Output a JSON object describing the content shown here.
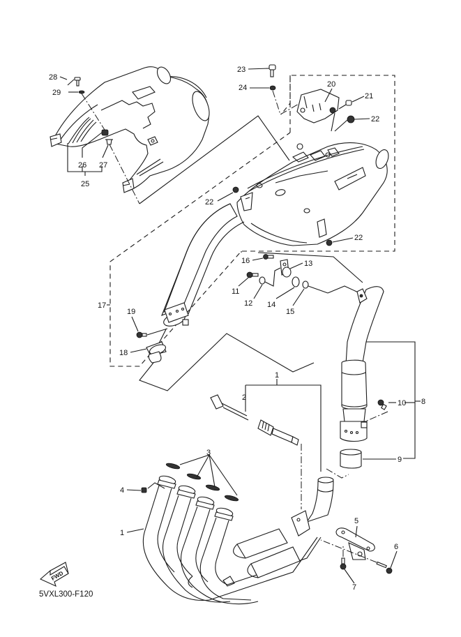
{
  "diagram": {
    "title_code": "5VXL300-F120",
    "direction_badge": "FWD",
    "callouts": [
      {
        "id": "c1a",
        "label": "1"
      },
      {
        "id": "c1b",
        "label": "1"
      },
      {
        "id": "c2",
        "label": "2"
      },
      {
        "id": "c3",
        "label": "3"
      },
      {
        "id": "c4",
        "label": "4"
      },
      {
        "id": "c5",
        "label": "5"
      },
      {
        "id": "c6",
        "label": "6"
      },
      {
        "id": "c7",
        "label": "7"
      },
      {
        "id": "c8",
        "label": "8"
      },
      {
        "id": "c9",
        "label": "9"
      },
      {
        "id": "c10",
        "label": "10"
      },
      {
        "id": "c11",
        "label": "11"
      },
      {
        "id": "c12",
        "label": "12"
      },
      {
        "id": "c13",
        "label": "13"
      },
      {
        "id": "c14",
        "label": "14"
      },
      {
        "id": "c15",
        "label": "15"
      },
      {
        "id": "c16",
        "label": "16"
      },
      {
        "id": "c17",
        "label": "17"
      },
      {
        "id": "c18",
        "label": "18"
      },
      {
        "id": "c19",
        "label": "19"
      },
      {
        "id": "c20",
        "label": "20"
      },
      {
        "id": "c21",
        "label": "21"
      },
      {
        "id": "c22a",
        "label": "22"
      },
      {
        "id": "c22b",
        "label": "22"
      },
      {
        "id": "c22c",
        "label": "22"
      },
      {
        "id": "c23",
        "label": "23"
      },
      {
        "id": "c24",
        "label": "24"
      },
      {
        "id": "c25",
        "label": "25"
      },
      {
        "id": "c26",
        "label": "26"
      },
      {
        "id": "c27",
        "label": "27"
      },
      {
        "id": "c28",
        "label": "28"
      },
      {
        "id": "c29",
        "label": "29"
      }
    ],
    "parts": [
      {
        "number": "1",
        "name": "exhaust-header-assembly"
      },
      {
        "number": "2",
        "name": "oxygen-sensor"
      },
      {
        "number": "3",
        "name": "exhaust-gasket"
      },
      {
        "number": "4",
        "name": "nut"
      },
      {
        "number": "5",
        "name": "bracket"
      },
      {
        "number": "6",
        "name": "bolt"
      },
      {
        "number": "7",
        "name": "bolt"
      },
      {
        "number": "8",
        "name": "link-pipe-assembly"
      },
      {
        "number": "9",
        "name": "gasket-sleeve"
      },
      {
        "number": "10",
        "name": "bolt"
      },
      {
        "number": "11",
        "name": "bolt"
      },
      {
        "number": "12",
        "name": "washer"
      },
      {
        "number": "13",
        "name": "collar"
      },
      {
        "number": "14",
        "name": "damper"
      },
      {
        "number": "15",
        "name": "washer"
      },
      {
        "number": "16",
        "name": "bolt"
      },
      {
        "number": "17",
        "name": "muffler-assembly"
      },
      {
        "number": "18",
        "name": "gasket-sleeve"
      },
      {
        "number": "19",
        "name": "bolt"
      },
      {
        "number": "20",
        "name": "muffler-bracket"
      },
      {
        "number": "21",
        "name": "bolt"
      },
      {
        "number": "22",
        "name": "nut"
      },
      {
        "number": "23",
        "name": "bolt"
      },
      {
        "number": "24",
        "name": "washer"
      },
      {
        "number": "25",
        "name": "muffler-protector-assembly"
      },
      {
        "number": "26",
        "name": "nut"
      },
      {
        "number": "27",
        "name": "collar"
      },
      {
        "number": "28",
        "name": "screw"
      },
      {
        "number": "29",
        "name": "washer"
      }
    ]
  }
}
